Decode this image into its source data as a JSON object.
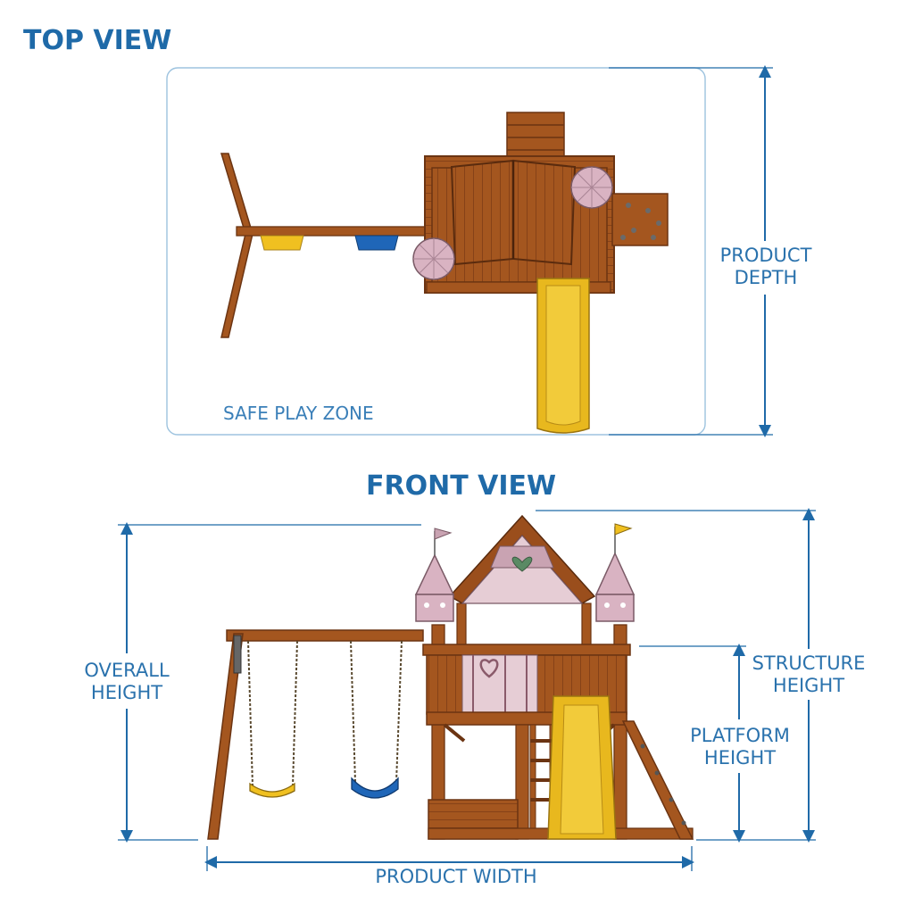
{
  "top_view": {
    "title": "TOP VIEW",
    "zone_label": "SAFE PLAY ZONE",
    "depth_label_line1": "PRODUCT",
    "depth_label_line2": "DEPTH"
  },
  "front_view": {
    "title": "FRONT VIEW",
    "overall_height_line1": "OVERALL",
    "overall_height_line2": "HEIGHT",
    "structure_height_line1": "STRUCTURE",
    "structure_height_line2": "HEIGHT",
    "platform_height_line1": "PLATFORM",
    "platform_height_line2": "HEIGHT",
    "width_label": "PRODUCT WIDTH"
  },
  "colors": {
    "accent": "#1f6aa8",
    "wood": "#9a4e1c",
    "wood_dark": "#6b3412",
    "slide": "#e8b81e",
    "swing_yellow": "#f0c020",
    "swing_blue": "#1f66b8",
    "roof_pink": "#d9b3c2"
  }
}
